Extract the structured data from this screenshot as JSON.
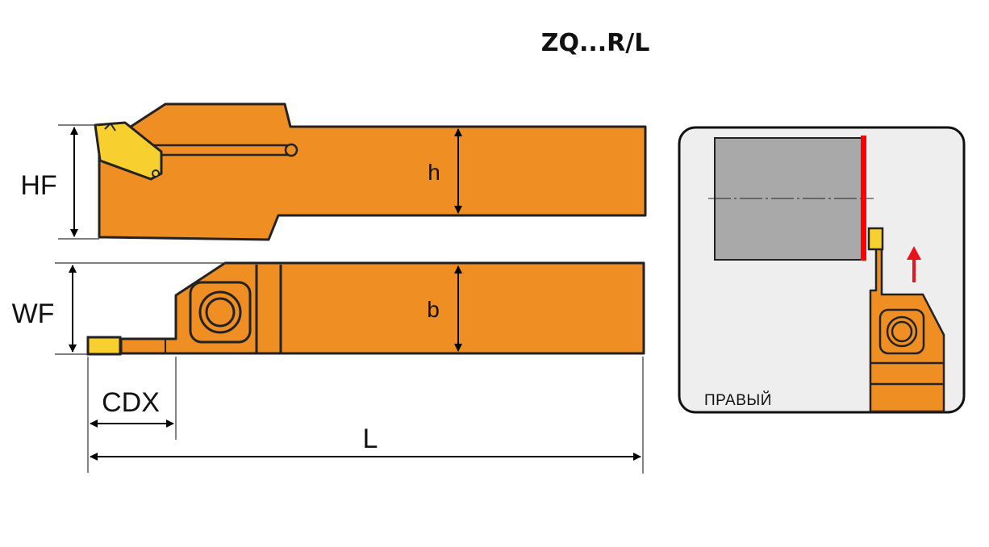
{
  "title": "ZQ...R/L",
  "labels": {
    "hf": "HF",
    "wf": "WF",
    "h": "h",
    "b": "b",
    "cdx": "CDX",
    "l": "L"
  },
  "inset": {
    "label": "ПРАВЫЙ"
  },
  "colors": {
    "body": "#EE8E23",
    "insert": "#F7CF2E",
    "workpiece": "#A9A9A9",
    "cut_edge": "#FF0000",
    "feed_arrow": "#E8141B",
    "inset_bg": "#EEEEEE",
    "outline": "#222222"
  }
}
